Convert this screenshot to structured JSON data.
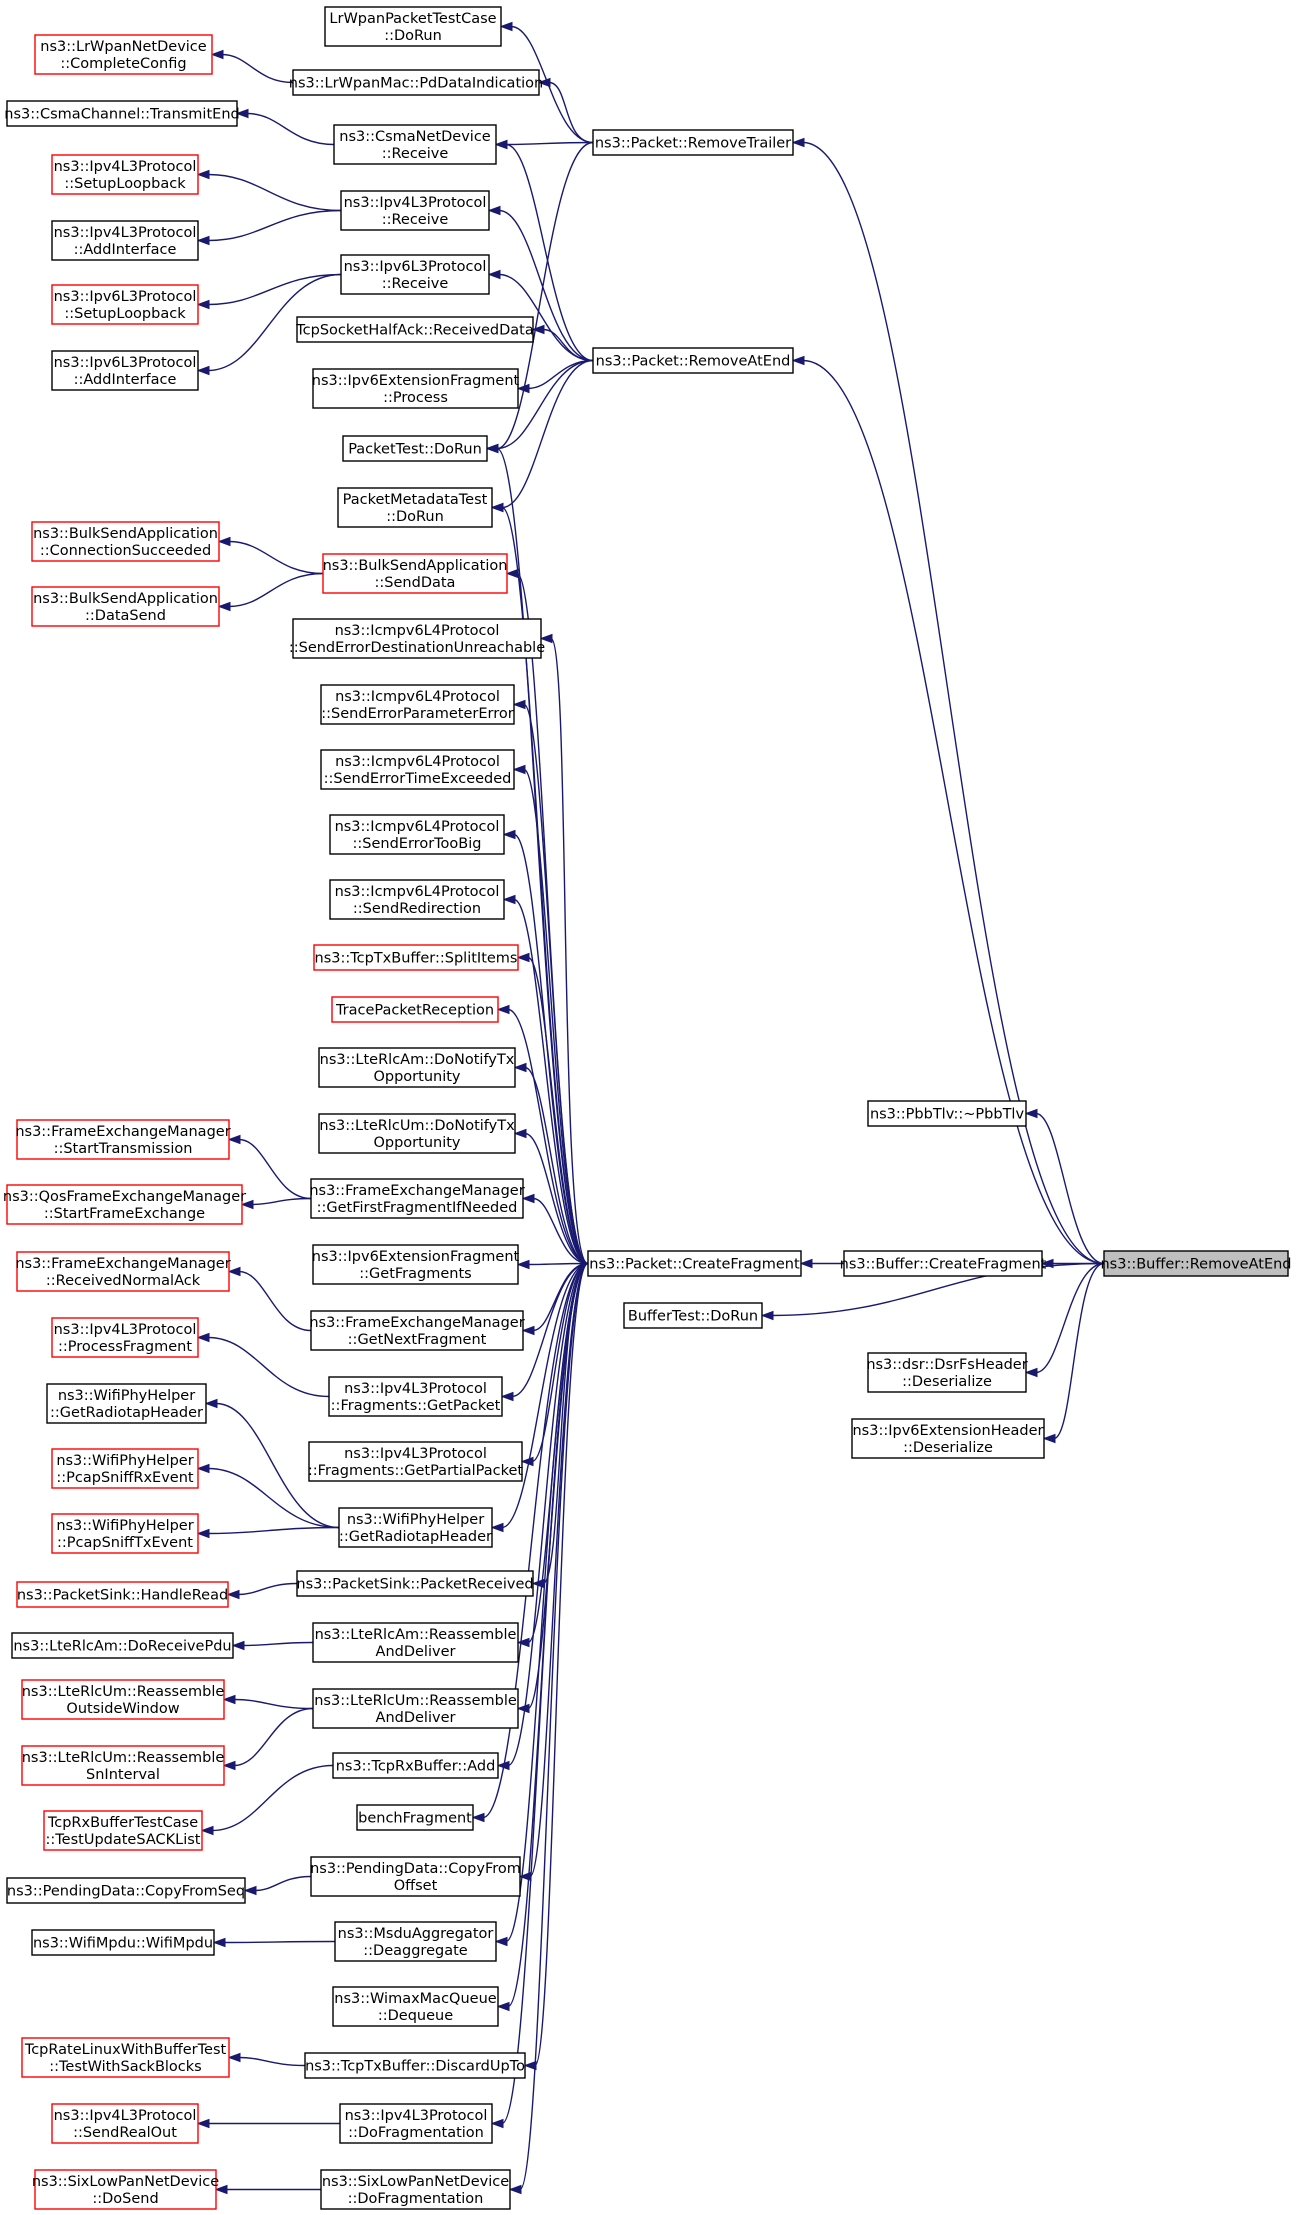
{
  "diagram": {
    "type": "doxygen-caller-graph",
    "focus_node": "ns3::Buffer::RemoveAtEnd",
    "colors": {
      "edge": "#191970",
      "node_border": "#000000",
      "truncated_border": "#ff0000",
      "focus_fill": "#bfbfbf"
    },
    "nodes": [
      {
        "id": "focus",
        "lines": [
          "ns3::Buffer::RemoveAtEnd"
        ],
        "style": "focus"
      },
      {
        "id": "pbbtlv",
        "lines": [
          "ns3::PbbTlv::~PbbTlv"
        ]
      },
      {
        "id": "bufcf",
        "lines": [
          "ns3::Buffer::CreateFragment"
        ]
      },
      {
        "id": "buftest",
        "lines": [
          "BufferTest::DoRun"
        ]
      },
      {
        "id": "dsr",
        "lines": [
          "ns3::dsr::DsrFsHeader",
          "::Deserialize"
        ]
      },
      {
        "id": "ipv6exth",
        "lines": [
          "ns3::Ipv6ExtensionHeader",
          "::Deserialize"
        ]
      },
      {
        "id": "pkttrail",
        "lines": [
          "ns3::Packet::RemoveTrailer"
        ]
      },
      {
        "id": "pktrae",
        "lines": [
          "ns3::Packet::RemoveAtEnd"
        ]
      },
      {
        "id": "pktcf",
        "lines": [
          "ns3::Packet::CreateFragment"
        ]
      },
      {
        "id": "lrtest",
        "lines": [
          "LrWpanPacketTestCase",
          "::DoRun"
        ]
      },
      {
        "id": "lrmac",
        "lines": [
          "ns3::LrWpanMac::PdDataIndication"
        ]
      },
      {
        "id": "lrdev",
        "lines": [
          "ns3::LrWpanNetDevice",
          "::CompleteConfig"
        ],
        "style": "red"
      },
      {
        "id": "csmadev",
        "lines": [
          "ns3::CsmaNetDevice",
          "::Receive"
        ]
      },
      {
        "id": "csmach",
        "lines": [
          "ns3::CsmaChannel::TransmitEnd"
        ]
      },
      {
        "id": "ipv4recv",
        "lines": [
          "ns3::Ipv4L3Protocol",
          "::Receive"
        ]
      },
      {
        "id": "ipv4loop",
        "lines": [
          "ns3::Ipv4L3Protocol",
          "::SetupLoopback"
        ],
        "style": "red"
      },
      {
        "id": "ipv4addif",
        "lines": [
          "ns3::Ipv4L3Protocol",
          "::AddInterface"
        ]
      },
      {
        "id": "ipv6recv",
        "lines": [
          "ns3::Ipv6L3Protocol",
          "::Receive"
        ]
      },
      {
        "id": "ipv6loop",
        "lines": [
          "ns3::Ipv6L3Protocol",
          "::SetupLoopback"
        ],
        "style": "red"
      },
      {
        "id": "ipv6addif",
        "lines": [
          "ns3::Ipv6L3Protocol",
          "::AddInterface"
        ]
      },
      {
        "id": "tcphalf",
        "lines": [
          "TcpSocketHalfAck::ReceivedData"
        ]
      },
      {
        "id": "ipv6fragproc",
        "lines": [
          "ns3::Ipv6ExtensionFragment",
          "::Process"
        ]
      },
      {
        "id": "pkttest",
        "lines": [
          "PacketTest::DoRun"
        ]
      },
      {
        "id": "pktmeta",
        "lines": [
          "PacketMetadataTest",
          "::DoRun"
        ]
      },
      {
        "id": "bulksend",
        "lines": [
          "ns3::BulkSendApplication",
          "::SendData"
        ],
        "style": "red"
      },
      {
        "id": "bulkconn",
        "lines": [
          "ns3::BulkSendApplication",
          "::ConnectionSucceeded"
        ],
        "style": "red"
      },
      {
        "id": "bulkdata",
        "lines": [
          "ns3::BulkSendApplication",
          "::DataSend"
        ],
        "style": "red"
      },
      {
        "id": "icmpunr",
        "lines": [
          "ns3::Icmpv6L4Protocol",
          "::SendErrorDestinationUnreachable"
        ]
      },
      {
        "id": "icmpparam",
        "lines": [
          "ns3::Icmpv6L4Protocol",
          "::SendErrorParameterError"
        ]
      },
      {
        "id": "icmptime",
        "lines": [
          "ns3::Icmpv6L4Protocol",
          "::SendErrorTimeExceeded"
        ]
      },
      {
        "id": "icmpbig",
        "lines": [
          "ns3::Icmpv6L4Protocol",
          "::SendErrorTooBig"
        ]
      },
      {
        "id": "icmpredir",
        "lines": [
          "ns3::Icmpv6L4Protocol",
          "::SendRedirection"
        ]
      },
      {
        "id": "tcptxsplit",
        "lines": [
          "ns3::TcpTxBuffer::SplitItems"
        ],
        "style": "red"
      },
      {
        "id": "tracepkt",
        "lines": [
          "TracePacketReception"
        ],
        "style": "red"
      },
      {
        "id": "lteam",
        "lines": [
          "ns3::LteRlcAm::DoNotifyTx",
          "Opportunity"
        ]
      },
      {
        "id": "lteum",
        "lines": [
          "ns3::LteRlcUm::DoNotifyTx",
          "Opportunity"
        ]
      },
      {
        "id": "femfirst",
        "lines": [
          "ns3::FrameExchangeManager",
          "::GetFirstFragmentIfNeeded"
        ]
      },
      {
        "id": "femstart",
        "lines": [
          "ns3::FrameExchangeManager",
          "::StartTransmission"
        ],
        "style": "red"
      },
      {
        "id": "qosfem",
        "lines": [
          "ns3::QosFrameExchangeManager",
          "::StartFrameExchange"
        ],
        "style": "red"
      },
      {
        "id": "ipv6getfrag",
        "lines": [
          "ns3::Ipv6ExtensionFragment",
          "::GetFragments"
        ]
      },
      {
        "id": "femnext",
        "lines": [
          "ns3::FrameExchangeManager",
          "::GetNextFragment"
        ]
      },
      {
        "id": "femrecv",
        "lines": [
          "ns3::FrameExchangeManager",
          "::ReceivedNormalAck"
        ],
        "style": "red"
      },
      {
        "id": "ipv4getpkt",
        "lines": [
          "ns3::Ipv4L3Protocol",
          "::Fragments::GetPacket"
        ]
      },
      {
        "id": "ipv4procfrag",
        "lines": [
          "ns3::Ipv4L3Protocol",
          "::ProcessFragment"
        ],
        "style": "red"
      },
      {
        "id": "ipv4partial",
        "lines": [
          "ns3::Ipv4L3Protocol",
          "::Fragments::GetPartialPacket"
        ]
      },
      {
        "id": "wifiradio",
        "lines": [
          "ns3::WifiPhyHelper",
          "::GetRadiotapHeader"
        ]
      },
      {
        "id": "wifiradio2",
        "lines": [
          "ns3::WifiPhyHelper",
          "::GetRadiotapHeader"
        ]
      },
      {
        "id": "wifirx",
        "lines": [
          "ns3::WifiPhyHelper",
          "::PcapSniffRxEvent"
        ],
        "style": "red"
      },
      {
        "id": "wifitx",
        "lines": [
          "ns3::WifiPhyHelper",
          "::PcapSniffTxEvent"
        ],
        "style": "red"
      },
      {
        "id": "sinkrecv",
        "lines": [
          "ns3::PacketSink::PacketReceived"
        ]
      },
      {
        "id": "sinkread",
        "lines": [
          "ns3::PacketSink::HandleRead"
        ],
        "style": "red"
      },
      {
        "id": "lteamreasm",
        "lines": [
          "ns3::LteRlcAm::Reassemble",
          "AndDeliver"
        ]
      },
      {
        "id": "lteamrecv",
        "lines": [
          "ns3::LteRlcAm::DoReceivePdu"
        ]
      },
      {
        "id": "lteumreasm",
        "lines": [
          "ns3::LteRlcUm::Reassemble",
          "AndDeliver"
        ]
      },
      {
        "id": "lteumout",
        "lines": [
          "ns3::LteRlcUm::Reassemble",
          "OutsideWindow"
        ],
        "style": "red"
      },
      {
        "id": "lteumsn",
        "lines": [
          "ns3::LteRlcUm::Reassemble",
          "SnInterval"
        ],
        "style": "red"
      },
      {
        "id": "tcprxadd",
        "lines": [
          "ns3::TcpRxBuffer::Add"
        ]
      },
      {
        "id": "tcprxtest",
        "lines": [
          "TcpRxBufferTestCase",
          "::TestUpdateSACKList"
        ],
        "style": "red"
      },
      {
        "id": "benchfrag",
        "lines": [
          "benchFragment"
        ]
      },
      {
        "id": "pendcopy",
        "lines": [
          "ns3::PendingData::CopyFrom",
          "Offset"
        ]
      },
      {
        "id": "pendseq",
        "lines": [
          "ns3::PendingData::CopyFromSeq"
        ]
      },
      {
        "id": "msdu",
        "lines": [
          "ns3::MsduAggregator",
          "::Deaggregate"
        ]
      },
      {
        "id": "wifimpdu",
        "lines": [
          "ns3::WifiMpdu::WifiMpdu"
        ]
      },
      {
        "id": "wimax",
        "lines": [
          "ns3::WimaxMacQueue",
          "::Dequeue"
        ]
      },
      {
        "id": "tcptxdisc",
        "lines": [
          "ns3::TcpTxBuffer::DiscardUpTo"
        ]
      },
      {
        "id": "tcprate",
        "lines": [
          "TcpRateLinuxWithBufferTest",
          "::TestWithSackBlocks"
        ],
        "style": "red"
      },
      {
        "id": "ipv4dofrag",
        "lines": [
          "ns3::Ipv4L3Protocol",
          "::DoFragmentation"
        ]
      },
      {
        "id": "ipv4sendout",
        "lines": [
          "ns3::Ipv4L3Protocol",
          "::SendRealOut"
        ],
        "style": "red"
      },
      {
        "id": "sixdofrag",
        "lines": [
          "ns3::SixLowPanNetDevice",
          "::DoFragmentation"
        ]
      },
      {
        "id": "sixsend",
        "lines": [
          "ns3::SixLowPanNetDevice",
          "::DoSend"
        ],
        "style": "red"
      }
    ],
    "edges": [
      [
        "pbbtlv",
        "focus"
      ],
      [
        "bufcf",
        "focus"
      ],
      [
        "buftest",
        "focus"
      ],
      [
        "dsr",
        "focus"
      ],
      [
        "ipv6exth",
        "focus"
      ],
      [
        "pkttrail",
        "focus"
      ],
      [
        "pktrae",
        "focus"
      ],
      [
        "pktcf",
        "bufcf"
      ],
      [
        "lrtest",
        "pkttrail"
      ],
      [
        "lrmac",
        "pkttrail"
      ],
      [
        "csmadev",
        "pkttrail"
      ],
      [
        "pkttest",
        "pkttrail"
      ],
      [
        "lrdev",
        "lrmac"
      ],
      [
        "csmach",
        "csmadev"
      ],
      [
        "csmadev",
        "pktrae"
      ],
      [
        "ipv4recv",
        "pktrae"
      ],
      [
        "ipv6recv",
        "pktrae"
      ],
      [
        "tcphalf",
        "pktrae"
      ],
      [
        "ipv6fragproc",
        "pktrae"
      ],
      [
        "pkttest",
        "pktrae"
      ],
      [
        "pktmeta",
        "pktrae"
      ],
      [
        "ipv4loop",
        "ipv4recv"
      ],
      [
        "ipv4addif",
        "ipv4recv"
      ],
      [
        "ipv6loop",
        "ipv6recv"
      ],
      [
        "ipv6addif",
        "ipv6recv"
      ],
      [
        "bulkconn",
        "bulksend"
      ],
      [
        "bulkdata",
        "bulksend"
      ],
      [
        "pkttest",
        "pktcf"
      ],
      [
        "pktmeta",
        "pktcf"
      ],
      [
        "bulksend",
        "pktcf"
      ],
      [
        "icmpunr",
        "pktcf"
      ],
      [
        "icmpparam",
        "pktcf"
      ],
      [
        "icmptime",
        "pktcf"
      ],
      [
        "icmpbig",
        "pktcf"
      ],
      [
        "icmpredir",
        "pktcf"
      ],
      [
        "tcptxsplit",
        "pktcf"
      ],
      [
        "tracepkt",
        "pktcf"
      ],
      [
        "lteam",
        "pktcf"
      ],
      [
        "lteum",
        "pktcf"
      ],
      [
        "femfirst",
        "pktcf"
      ],
      [
        "ipv6getfrag",
        "pktcf"
      ],
      [
        "femnext",
        "pktcf"
      ],
      [
        "ipv4getpkt",
        "pktcf"
      ],
      [
        "ipv4partial",
        "pktcf"
      ],
      [
        "wifiradio2",
        "pktcf"
      ],
      [
        "sinkrecv",
        "pktcf"
      ],
      [
        "lteamreasm",
        "pktcf"
      ],
      [
        "lteumreasm",
        "pktcf"
      ],
      [
        "tcprxadd",
        "pktcf"
      ],
      [
        "benchfrag",
        "pktcf"
      ],
      [
        "pendcopy",
        "pktcf"
      ],
      [
        "msdu",
        "pktcf"
      ],
      [
        "wimax",
        "pktcf"
      ],
      [
        "tcptxdisc",
        "pktcf"
      ],
      [
        "ipv4dofrag",
        "pktcf"
      ],
      [
        "sixdofrag",
        "pktcf"
      ],
      [
        "femstart",
        "femfirst"
      ],
      [
        "qosfem",
        "femfirst"
      ],
      [
        "femrecv",
        "femnext"
      ],
      [
        "ipv4procfrag",
        "ipv4getpkt"
      ],
      [
        "wifiradio",
        "wifiradio2"
      ],
      [
        "wifirx",
        "wifiradio2"
      ],
      [
        "wifitx",
        "wifiradio2"
      ],
      [
        "sinkread",
        "sinkrecv"
      ],
      [
        "lteamrecv",
        "lteamreasm"
      ],
      [
        "lteumout",
        "lteumreasm"
      ],
      [
        "lteumsn",
        "lteumreasm"
      ],
      [
        "tcprxtest",
        "tcprxadd"
      ],
      [
        "pendseq",
        "pendcopy"
      ],
      [
        "wifimpdu",
        "msdu"
      ],
      [
        "tcprate",
        "tcptxdisc"
      ],
      [
        "ipv4sendout",
        "ipv4dofrag"
      ],
      [
        "sixsend",
        "sixdofrag"
      ]
    ]
  }
}
